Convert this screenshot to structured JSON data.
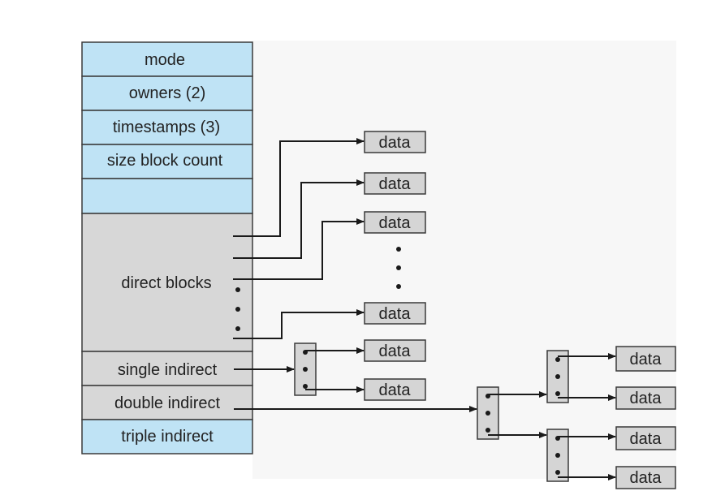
{
  "inode": {
    "fields": [
      {
        "id": "mode",
        "label": "mode",
        "type": "metadata"
      },
      {
        "id": "owners",
        "label": "owners (2)",
        "type": "metadata"
      },
      {
        "id": "timestamps",
        "label": "timestamps (3)",
        "type": "metadata"
      },
      {
        "id": "size-block-count",
        "label": "size block count",
        "type": "metadata"
      },
      {
        "id": "blank",
        "label": "",
        "type": "metadata"
      },
      {
        "id": "direct-blocks",
        "label": "direct blocks",
        "type": "pointer"
      },
      {
        "id": "single-indirect",
        "label": "single indirect",
        "type": "pointer"
      },
      {
        "id": "double-indirect",
        "label": "double indirect",
        "type": "pointer"
      },
      {
        "id": "triple-indirect",
        "label": "triple indirect",
        "type": "metadata"
      }
    ]
  },
  "data_label": "data",
  "colors": {
    "metadata_fill": "#bfe3f5",
    "pointer_fill": "#d7d7d7",
    "data_fill": "#d5d5d5",
    "stroke": "#3a3a3a",
    "arrow": "#1a1a1a",
    "text": "#222222"
  }
}
